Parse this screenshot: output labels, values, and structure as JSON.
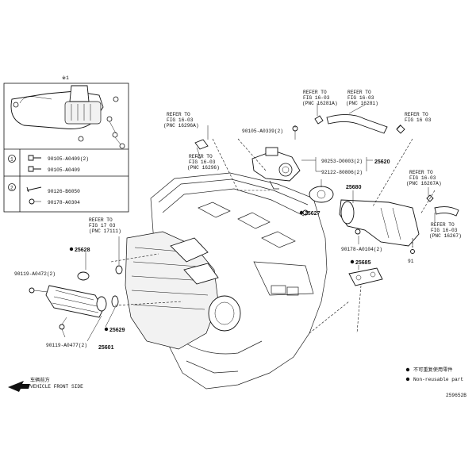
{
  "inset": {
    "top_label": "※1",
    "rows": [
      {
        "num": "1",
        "text": "90105-A0409(2)"
      },
      {
        "num": "",
        "text": "90105-A0409"
      },
      {
        "num": "2",
        "text": "90126-B6050"
      },
      {
        "num": "",
        "text": "90178-A0304"
      }
    ]
  },
  "refs": {
    "r1": {
      "l1": "REFER TO",
      "l2": "FIG 16-03",
      "l3": "(PNC 16296A)"
    },
    "r2": {
      "l1": "REFER TO",
      "l2": "FIG 16-03",
      "l3": "(PNC 16296)"
    },
    "r3": {
      "l1": "REFER TO",
      "l2": "FIG 16-03",
      "l3": "(PNC 16281A)"
    },
    "r4": {
      "l1": "REFER TO",
      "l2": "FIG 16-03",
      "l3": "(PNC 16281)"
    },
    "r5": {
      "l1": "REFER TO",
      "l2": "FIG 16 03"
    },
    "r6": {
      "l1": "REFER TO",
      "l2": "FIG 16-03",
      "l3": "(PNC 16267A)"
    },
    "r7": {
      "l1": "REFER TO",
      "l2": "FIG 16-03",
      "l3": "(PNC 16267)"
    },
    "r8": {
      "l1": "REFER TO",
      "l2": "FIG 17 03",
      "l3": "(PNC 17111)"
    }
  },
  "parts": {
    "p90105a0339": "90105-A0339(2)",
    "p90253": "90253-D0003(2)",
    "p92122": "92122-80806(2)",
    "p25620": "25620",
    "p25680": "25680",
    "p25627": "25627",
    "p90178": "90178-A0104(2)",
    "p25685": "25685",
    "p25628": "25628",
    "p90119a0472": "90119-A0472(2)",
    "p90119a0477": "90119-A0477(2)",
    "p25629": "25629",
    "p25601": "25601",
    "p91": "91"
  },
  "legend": {
    "front_cn": "车辆前方",
    "front_en": "VEHICLE FRONT SIDE",
    "nonreuse_cn": "不可重复使用零件",
    "nonreuse_en": "Non-reusable part"
  },
  "figure_code": "259652B"
}
